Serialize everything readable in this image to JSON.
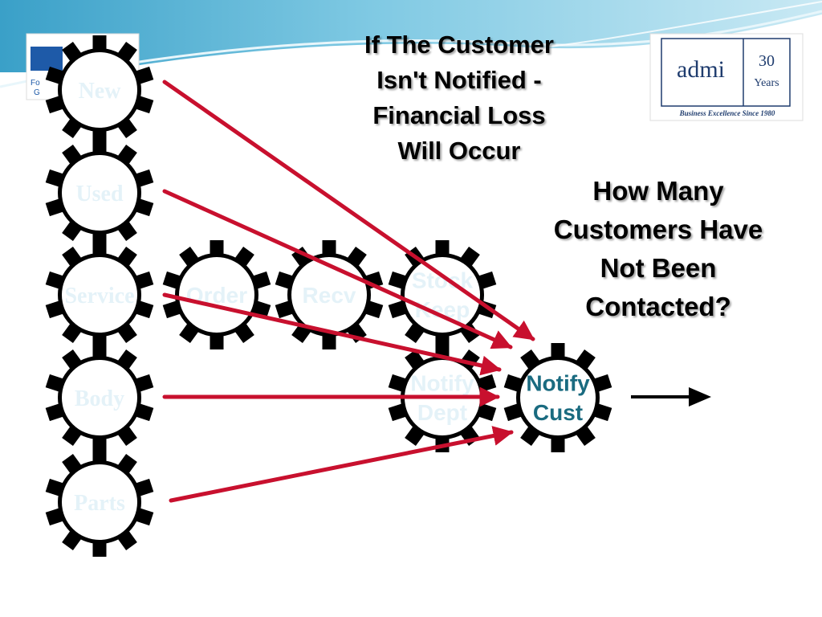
{
  "title_lines": [
    "If The Customer",
    "Isn't Notified -",
    "Financial Loss",
    "Will Occur"
  ],
  "question_lines": [
    "How Many",
    "Customers Have",
    "Not Been",
    "Contacted?"
  ],
  "logo": {
    "name": "admi",
    "years": "30",
    "years_label": "Years",
    "tagline": "Business Excellence Since 1980"
  },
  "left_logo_fragment": [
    "Fo",
    "G"
  ],
  "gears": {
    "new": [
      "New"
    ],
    "used": [
      "Used"
    ],
    "service": [
      "Service"
    ],
    "body": [
      "Body"
    ],
    "parts": [
      "Parts"
    ],
    "order": [
      "Order"
    ],
    "recv": [
      "Recv"
    ],
    "stock": [
      "Stock",
      "Keep"
    ],
    "notify_dept": [
      "Notify",
      "Dept"
    ],
    "notify_cust": [
      "Notify",
      "Cust"
    ]
  },
  "colors": {
    "arrow": "#c8102e",
    "faded_label": "#e4f2f8",
    "target_label": "#1a6b80",
    "logo_navy": "#1f3c6e",
    "logo_icon_blue": "#1e5aa8"
  }
}
